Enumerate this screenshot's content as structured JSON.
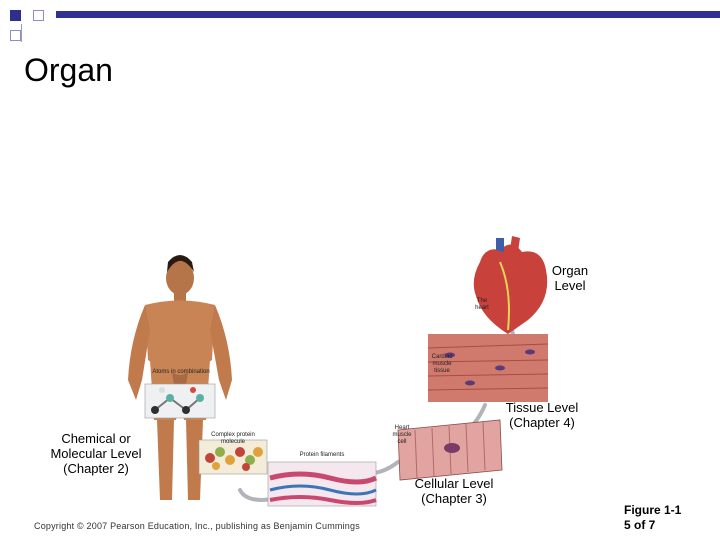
{
  "slide": {
    "title": "Organ",
    "copyright": "Copyright © 2007 Pearson Education, Inc., publishing as Benjamin Cummings",
    "figure_line1": "Figure 1-1",
    "figure_line2": "5 of 7"
  },
  "levels": {
    "organ": "Organ Level",
    "tissue": "Tissue Level (Chapter 4)",
    "cellular": "Cellular Level (Chapter 3)",
    "chemical": "Chemical or Molecular Level (Chapter 2)"
  },
  "small_labels": {
    "heart": "The heart",
    "cardiac": "Cardiac muscle tissue",
    "heart_cell": "Heart muscle cell",
    "atoms": "Atoms in combination",
    "complex": "Complex protein molecule",
    "filaments": "Protein filaments"
  },
  "colors": {
    "accent": "#303192",
    "skin": "#c98455",
    "heart": "#c8413a",
    "tissue": "#d07a6e",
    "arrow": "#b0b0b8"
  }
}
